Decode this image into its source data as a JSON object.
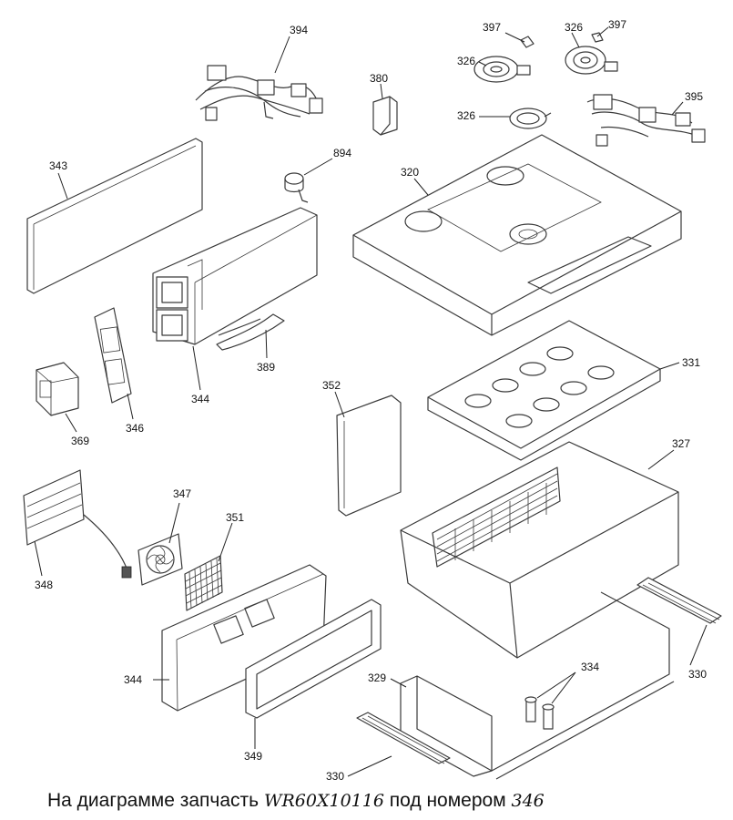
{
  "caption": {
    "prefix": "На диаграмме запчасть",
    "part_number": "WR60X10116",
    "middle": "под номером",
    "callout": "346"
  },
  "callouts": [
    {
      "id": "c394",
      "text": "394"
    },
    {
      "id": "c397a",
      "text": "397"
    },
    {
      "id": "c326a",
      "text": "326"
    },
    {
      "id": "c397b",
      "text": "397"
    },
    {
      "id": "c326b",
      "text": "326"
    },
    {
      "id": "c380",
      "text": "380"
    },
    {
      "id": "c326c",
      "text": "326"
    },
    {
      "id": "c395",
      "text": "395"
    },
    {
      "id": "c343",
      "text": "343"
    },
    {
      "id": "c894",
      "text": "894"
    },
    {
      "id": "c320",
      "text": "320"
    },
    {
      "id": "c331",
      "text": "331"
    },
    {
      "id": "c389",
      "text": "389"
    },
    {
      "id": "c344a",
      "text": "344"
    },
    {
      "id": "c346",
      "text": "346"
    },
    {
      "id": "c369",
      "text": "369"
    },
    {
      "id": "c352",
      "text": "352"
    },
    {
      "id": "c327",
      "text": "327"
    },
    {
      "id": "c347",
      "text": "347"
    },
    {
      "id": "c351",
      "text": "351"
    },
    {
      "id": "c348",
      "text": "348"
    },
    {
      "id": "c344b",
      "text": "344"
    },
    {
      "id": "c329",
      "text": "329"
    },
    {
      "id": "c334",
      "text": "334"
    },
    {
      "id": "c330a",
      "text": "330"
    },
    {
      "id": "c349",
      "text": "349"
    },
    {
      "id": "c330b",
      "text": "330"
    }
  ]
}
